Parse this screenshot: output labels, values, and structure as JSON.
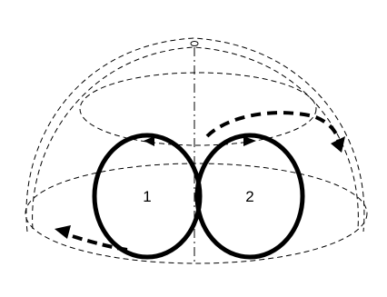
{
  "diagram": {
    "cells": [
      {
        "label": "1",
        "circulation": "counterclockwise"
      },
      {
        "label": "2",
        "circulation": "clockwise"
      }
    ],
    "colors": {
      "stroke": "#000000",
      "background": "#ffffff"
    }
  }
}
